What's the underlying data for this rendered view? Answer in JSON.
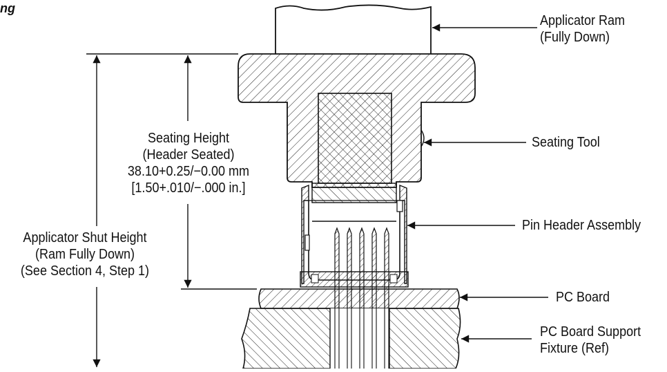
{
  "figure_fragment": "ng",
  "callouts": {
    "applicator_ram": [
      "Applicator Ram",
      "(Fully Down)"
    ],
    "seating_tool": [
      "Seating Tool"
    ],
    "pin_header_assembly": [
      "Pin Header Assembly"
    ],
    "pc_board": [
      "PC Board"
    ],
    "pc_board_support_fixture": [
      "PC Board Support",
      "Fixture (Ref)"
    ]
  },
  "dimensions": {
    "seating_height": [
      "Seating Height",
      "(Header Seated)",
      "38.10+0.25/−0.00 mm",
      "[1.50+.010/−.000 in.]"
    ],
    "applicator_shut_height": [
      "Applicator Shut Height",
      "(Ram Fully Down)",
      "(See Section 4, Step 1)"
    ]
  },
  "colors": {
    "line": "#111111",
    "background": "#ffffff"
  }
}
